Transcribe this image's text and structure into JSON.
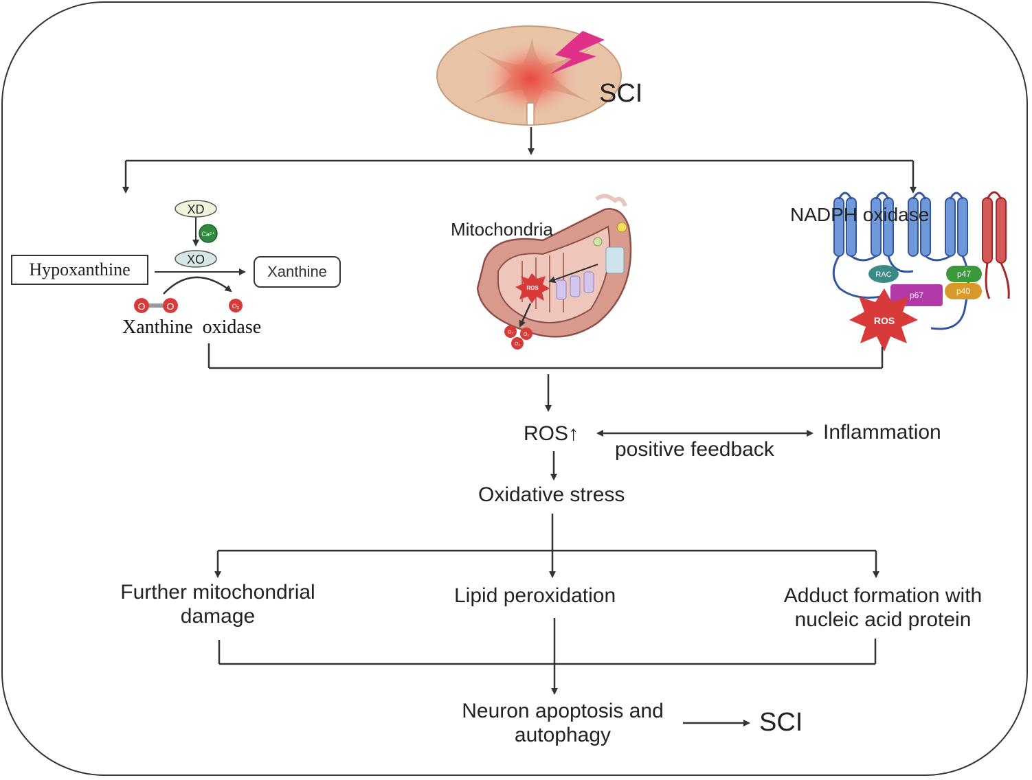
{
  "sci_top": "SCI",
  "xanthine_pathway": {
    "xd": "XD",
    "calcium": "Ca²⁺",
    "xo": "XO",
    "substrate": "Hypoxanthine",
    "product": "Xanthine",
    "oxygen_atom": "O",
    "superoxide": "O₂",
    "enzyme_label": "Xanthine  oxidase"
  },
  "mitochondria": {
    "label": "Mitochondria",
    "ros": "ROS",
    "superoxide": "O₂"
  },
  "nadph": {
    "label": "NADPH oxidase",
    "rac": "RAC",
    "p67": "p67",
    "p47": "p47",
    "p40": "p40",
    "ros": "ROS"
  },
  "ros_up": "ROS↑",
  "inflammation": "Inflammation",
  "positive_feedback": "positive feedback",
  "oxidative_stress": "Oxidative stress",
  "outcomes": {
    "mito_damage": [
      "Further mitochondrial",
      "damage"
    ],
    "lipid": "Lipid peroxidation",
    "adduct": [
      "Adduct formation with",
      "nucleic acid protein"
    ]
  },
  "final": {
    "apoptosis": [
      "Neuron apoptosis and",
      "autophagy"
    ],
    "sci": "SCI"
  },
  "colors": {
    "line": "#333333",
    "membrane_blue": "#5b84c9",
    "membrane_red": "#c43a3a",
    "ros_red": "#d83a3a",
    "rac_teal": "#3a8a86",
    "p67_magenta": "#b23aa8",
    "p47_green": "#3a9a3a",
    "p40_orange": "#d79a2a",
    "lightning": "#e0308a"
  }
}
